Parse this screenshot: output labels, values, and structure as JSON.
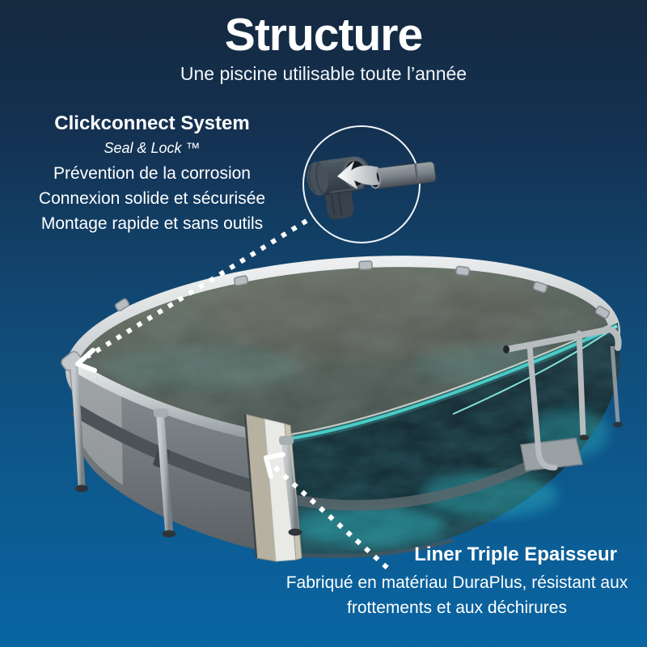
{
  "title": "Structure",
  "subtitle": "Une piscine utilisable toute l’année",
  "features": {
    "clickconnect": {
      "heading": "Clickconnect System",
      "subheading": "Seal & Lock ™",
      "lines": [
        "Prévention de la corrosion",
        "Connexion solide et sécurisée",
        "Montage rapide et sans outils"
      ]
    },
    "liner": {
      "heading": "Liner Triple Epaisseur",
      "lines": [
        "Fabriqué en matériau DuraPlus, résistant aux",
        "frottements et aux déchirures"
      ]
    }
  },
  "icons": {
    "connector_inset": "pool-frame-connector-detail",
    "insert_arrow": "insert-direction-arrow",
    "callout_lines": "dotted-callout-arrows"
  },
  "colors": {
    "background_top": "#15293f",
    "background_bottom": "#0965a3",
    "text": "#ffffff",
    "frame_gray": "#c3c8ca",
    "wall_gray": "#6e7478",
    "water_surface": "#505b55",
    "water_deep": "#16262e",
    "waterline_cyan": "#4fd8d2",
    "liner_layer_beige": "#b6b1a0",
    "liner_layer_white": "#e9eae6"
  }
}
